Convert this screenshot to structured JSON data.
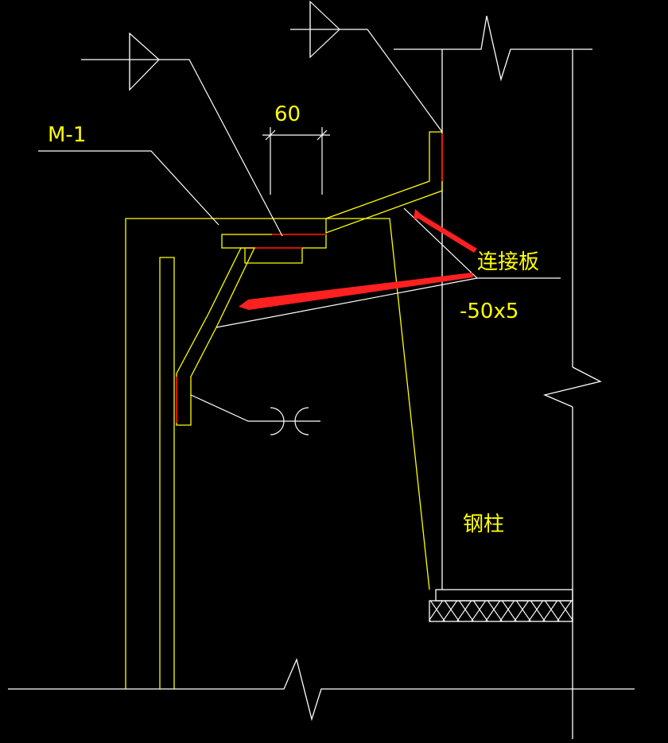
{
  "labels": {
    "member_mark": "M-1",
    "dimension_value": "60",
    "connector_plate": "连接板",
    "flat_bar_size": "-50x5",
    "steel_column": "钢柱"
  },
  "colors": {
    "background": "#000000",
    "outline": "#ffffff",
    "member": "#ffff00",
    "accent": "#ff0000",
    "arrow": "#ff2020"
  },
  "symbols": {
    "weld_flags": [
      "weld-flag-symbol",
      "weld-flag-symbol",
      "weld-flag-symbol"
    ],
    "break_lines": [
      "break-line-symbol",
      "break-line-symbol",
      "break-line-symbol"
    ],
    "hatch": "hatch-pattern"
  }
}
